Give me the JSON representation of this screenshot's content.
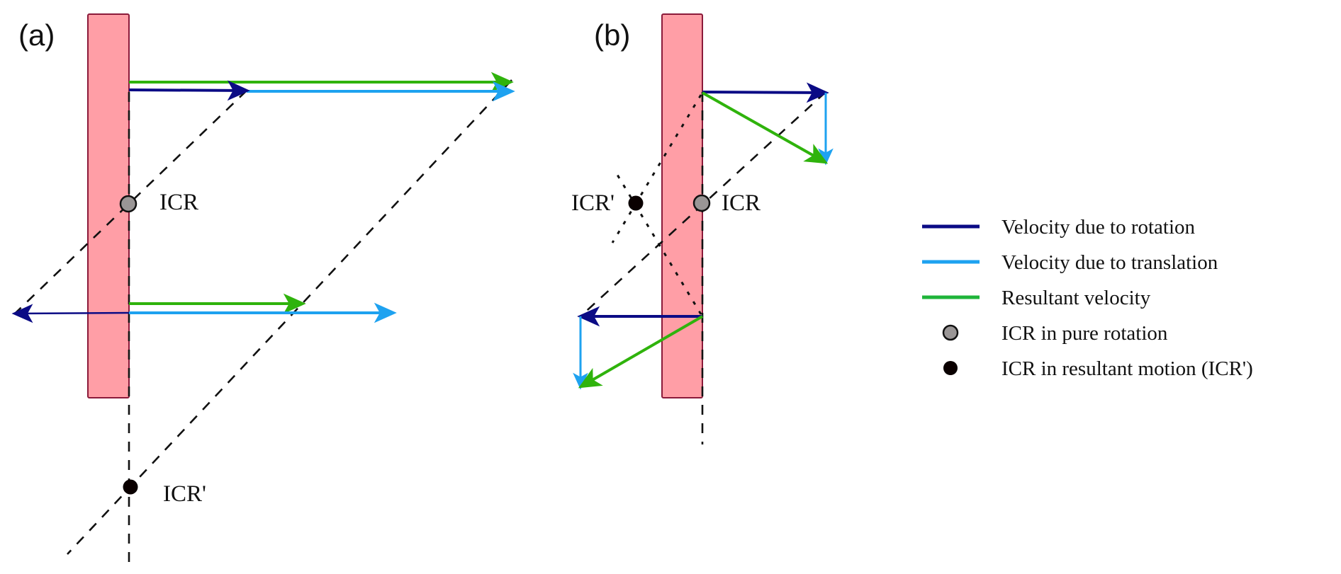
{
  "figure": {
    "panels": [
      {
        "id": "a",
        "label": "(a)",
        "points": {
          "icr": "ICR",
          "icr_prime": "ICR'"
        }
      },
      {
        "id": "b",
        "label": "(b)",
        "points": {
          "icr": "ICR",
          "icr_prime": "ICR'"
        }
      }
    ],
    "colors": {
      "rotation": "#0b0b85",
      "translation": "#1ea2f0",
      "resultant": "#2fb30c",
      "body_fill": "#ff9ea6",
      "body_stroke": "#8b1a3a",
      "icr_pure": "#9a9696",
      "icr_resultant": "#0a0000"
    },
    "legend": {
      "items": [
        {
          "type": "line",
          "color_key": "rotation",
          "label": "Velocity due to rotation"
        },
        {
          "type": "line",
          "color_key": "translation",
          "label": "Velocity due to translation"
        },
        {
          "type": "line",
          "color_key": "resultant",
          "label": "Resultant velocity"
        },
        {
          "type": "dot",
          "color_key": "icr_pure",
          "label": "ICR in pure rotation"
        },
        {
          "type": "dot",
          "color_key": "icr_resultant",
          "label": "ICR in resultant motion (ICR')"
        }
      ]
    }
  }
}
